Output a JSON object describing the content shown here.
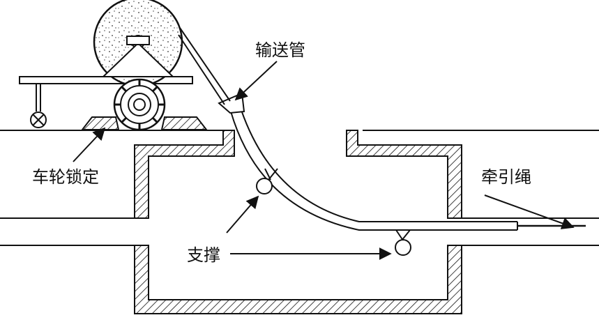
{
  "labels": {
    "conveyor_pipe": "输送管",
    "wheel_lock": "车轮锁定",
    "tow_rope": "牵引绳",
    "support": "支撑"
  },
  "colors": {
    "stroke": "#111111",
    "background": "#ffffff"
  }
}
